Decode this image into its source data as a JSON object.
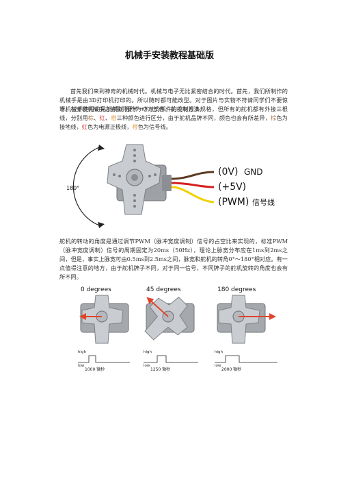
{
  "doc": {
    "title": "机械手安装教程基础版",
    "p1": "首先我们来到神奇的机械时代。机械与电子无比紧密结合的时代。首先，我们所制作的机械手是由3D打印机打印的。所以随时都可能改型。对于图片与实物不符请同学们不要惊讶。在安装机械手之前我们要学一下动力部件的控制方法。",
    "p2": {
      "a": "本机械手使用的是航模舵机作为动力部件。舵机有很多规格，但所有的舵机都有外接三根线，分别用",
      "brown1": "棕",
      "s1": "、",
      "red1": "红",
      "s2": "、",
      "orange1": "橙",
      "b": "三种颜色进行区分，由于舵机品牌不同，颜色也会有所差异，",
      "brown2": "棕",
      "c": "色为接地线，",
      "red2": "红",
      "d": "色为电源正极线，",
      "orange2": "橙",
      "e": "色为信号线。"
    },
    "p3": "舵机的转动的角度是通过调节PWM（脉冲宽度调制）信号的占空比来实现的，标准PWM（脉冲宽度调制）信号的周期固定为20ms（50Hz），理论上脉宽分布应在1ms到2ms之间，但是，事实上脉宽可由0.5ms到2.5ms之间，脉宽和舵机的转角0°～180°相对应。有一点值得注意的地方，由于舵机牌子不同，对于同一信号，不同牌子的舵机旋转的角度也会有所不同。"
  },
  "figure1": {
    "angle": "180°",
    "gnd_paren": "(0V)",
    "gnd": "GND",
    "power": "(+5V)",
    "signal_paren": "(PWM)",
    "signal": "信号线",
    "wire_colors": [
      "#5a3a22",
      "#d42020",
      "#f2d000"
    ]
  },
  "figure2": {
    "panels": [
      {
        "heading": "0 degrees",
        "high": "high",
        "low": "low",
        "pulse": "1000 微秒"
      },
      {
        "heading": "45 degrees",
        "high": "high",
        "low": "low",
        "pulse": "1250 微秒"
      },
      {
        "heading": "180 degrees",
        "high": "high",
        "low": "low",
        "pulse": "2000 微秒"
      }
    ],
    "arrow_color": "#e0442c"
  }
}
